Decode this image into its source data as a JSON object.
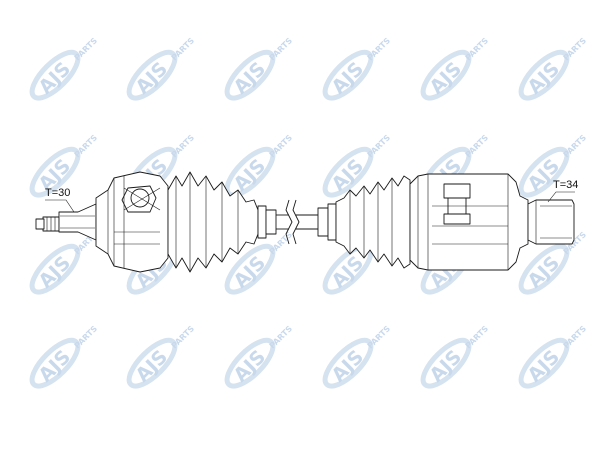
{
  "watermark": {
    "brand": "AJS",
    "word": "PARTS",
    "fill": "#c9d9ec",
    "ring": "#d5e2f0"
  },
  "diagram": {
    "left_label": "T=30",
    "right_label": "T=34",
    "line_color": "#1a1a1a"
  }
}
